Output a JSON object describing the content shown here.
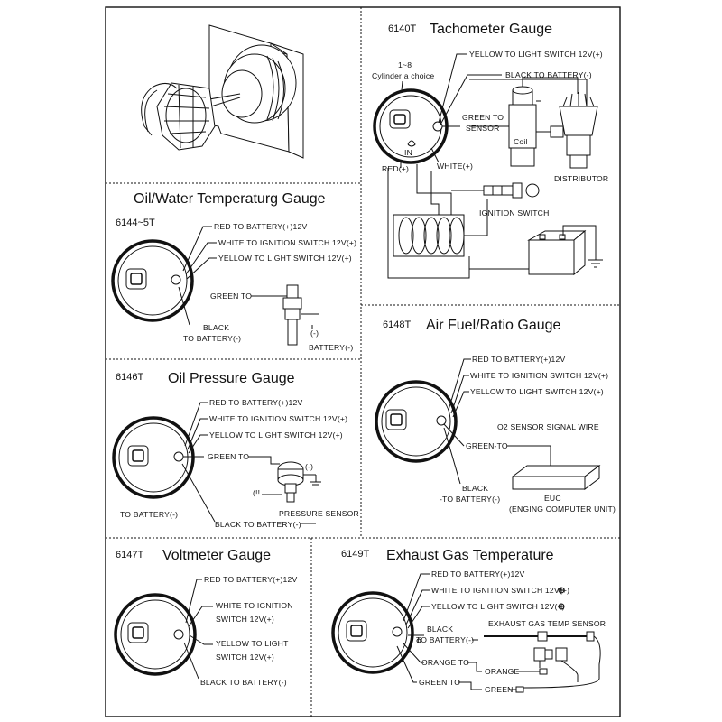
{
  "hero": {
    "name": "gauge-mounting-illustration"
  },
  "tach": {
    "code": "6140T",
    "title": "Tachometer Gauge",
    "cyl_top": "1~8",
    "cyl_bottom": "Cylinder a choice",
    "yellow": "YELLOW   TO LIGHT SWITCH 12V(+)",
    "black": "BLACK  TO BATTERY(-)",
    "green": "GREEN TO",
    "sensor": "SENSOR",
    "red": "RED(+)",
    "white": "WHITE(+)",
    "coil": "Coil",
    "distributor": "DISTRIBUTOR",
    "ignition": "IGNITION SWITCH"
  },
  "oilwater": {
    "code": "6144~5T",
    "title": "Oil/Water Temperaturg Gauge",
    "red": "RED TO BATTERY(+)12V",
    "white": "WHITE   TO IGNITION SWITCH 12V(+)",
    "yellow": "YELLOW   TO LIGHT SWITCH 12V(+)",
    "green": "GREEN TO",
    "black1": "BLACK",
    "black2": "TO BATTERY(-)",
    "minus": "(-)",
    "battery": "BATTERY(-)"
  },
  "airfuel": {
    "code": "6148T",
    "title": "Air Fuel/Ratio Gauge",
    "red": "RED  TO  BATTERY(+)12V",
    "white": "WHITE    TO IGNITION SWITCH 12V(+)",
    "yellow": "YELLOW    TO LIGHT SWITCH 12V(+)",
    "o2": "O2  SENSOR SIGNAL WIRE",
    "green": "GREEN-TO",
    "black1": "BLACK",
    "black2": "-TO BATTERY(-)",
    "euc": "EUC",
    "euc_full": "(ENGING COMPUTER UNIT)"
  },
  "oilpress": {
    "code": "6146T",
    "title": "Oil Pressure Gauge",
    "red": "RED  TO  BATTERY(+)12V",
    "white": "WHITE   TO IGNITION SWITCH 12V(+)",
    "yellow": "YELLOW   TO LIGHT SWITCH 12V(+)",
    "green": "GREEN TO",
    "minus": "(-)",
    "sensor": "PRESSURE SENSOR",
    "tobatt": "TO BATTERY(-)",
    "black": "BLACK TO BATTERY(-)"
  },
  "volt": {
    "code": "6147T",
    "title": "Voltmeter Gauge",
    "red": "RED  TO  BATTERY(+)12V",
    "white1": "WHITE   TO IGNITION",
    "white2": "SWITCH 12V(+)",
    "yellow1": "YELLOW   TO LIGHT",
    "yellow2": "SWITCH 12V(+)",
    "black": "BLACK TO BATTERY(-)"
  },
  "egt": {
    "code": "6149T",
    "title": "Exhaust Gas Temperature",
    "red": "RED  TO  BATTERY(+)12V",
    "white": "WHITE   TO IGNITION SWITCH 12V(+)",
    "yellow": "YELLOW  TO LIGHT SWITCH 12V(+)",
    "black1": "BLACK",
    "black2": "TO BATTERY(-)",
    "sensor": "EXHAUST GAS TEMP SENSOR",
    "orange_to": "ORANGE TO",
    "orange": "ORANGE",
    "green_to": "GREEN TO",
    "green": "GREEN"
  }
}
